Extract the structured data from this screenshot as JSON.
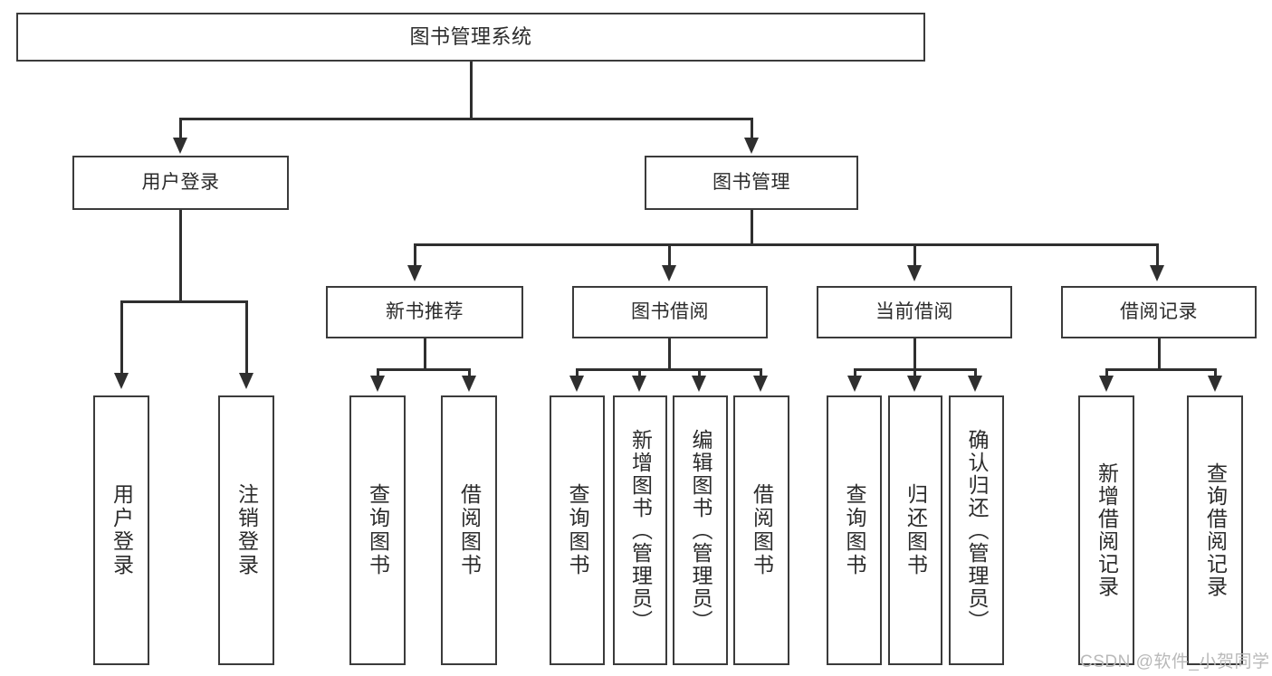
{
  "diagram": {
    "title": "图书管理系统",
    "type": "功能结构图",
    "root": {
      "label": "图书管理系统"
    },
    "level2": [
      {
        "label": "用户登录"
      },
      {
        "label": "图书管理"
      }
    ],
    "level3": [
      {
        "label": "新书推荐"
      },
      {
        "label": "图书借阅"
      },
      {
        "label": "当前借阅"
      },
      {
        "label": "借阅记录"
      }
    ],
    "leaves": {
      "user_login": [
        {
          "label": "用户登录"
        },
        {
          "label": "注销登录"
        }
      ],
      "new_book_recommend": [
        {
          "label": "查询图书"
        },
        {
          "label": "借阅图书"
        }
      ],
      "book_borrow": [
        {
          "label": "查询图书"
        },
        {
          "label": "新增图书（管理员）"
        },
        {
          "label": "编辑图书（管理员）"
        },
        {
          "label": "借阅图书"
        }
      ],
      "current_borrow": [
        {
          "label": "查询图书"
        },
        {
          "label": "归还图书"
        },
        {
          "label": "确认归还（管理员）"
        }
      ],
      "borrow_record": [
        {
          "label": "新增借阅记录"
        },
        {
          "label": "查询借阅记录"
        }
      ]
    }
  },
  "watermark": {
    "text": "CSDN @软件_小贺同学"
  },
  "colors": {
    "stroke": "#3b3b3b",
    "connector": "#2f2f2f",
    "background": "#ffffff",
    "text": "#2b2b2b",
    "watermark": "#b9b9b9"
  }
}
